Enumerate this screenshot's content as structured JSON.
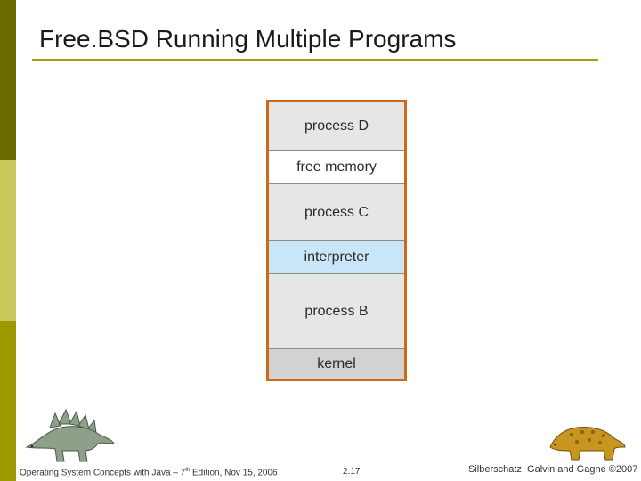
{
  "title": "Free.BSD Running Multiple Programs",
  "memory_segments": [
    {
      "label": "process D",
      "color": "#e6e6e6"
    },
    {
      "label": "free memory",
      "color": "#ffffff"
    },
    {
      "label": "process C",
      "color": "#e6e6e6"
    },
    {
      "label": "interpreter",
      "color": "#c8e6f8"
    },
    {
      "label": "process B",
      "color": "#e6e6e6"
    },
    {
      "label": "kernel",
      "color": "#d2d2d2"
    }
  ],
  "footer": {
    "left_prefix": "Operating System Concepts with Java – 7",
    "left_sup": "th",
    "left_suffix": " Edition, Nov 15, 2006",
    "page": "2.17",
    "right": "Silberschatz, Galvin and Gagne ©2007"
  },
  "colors": {
    "frame": "#cc6a1a",
    "title_rule": "#a0a000",
    "side_dark": "#6b6b00",
    "side_light": "#c8c85a",
    "side_mid": "#9a9a00"
  }
}
